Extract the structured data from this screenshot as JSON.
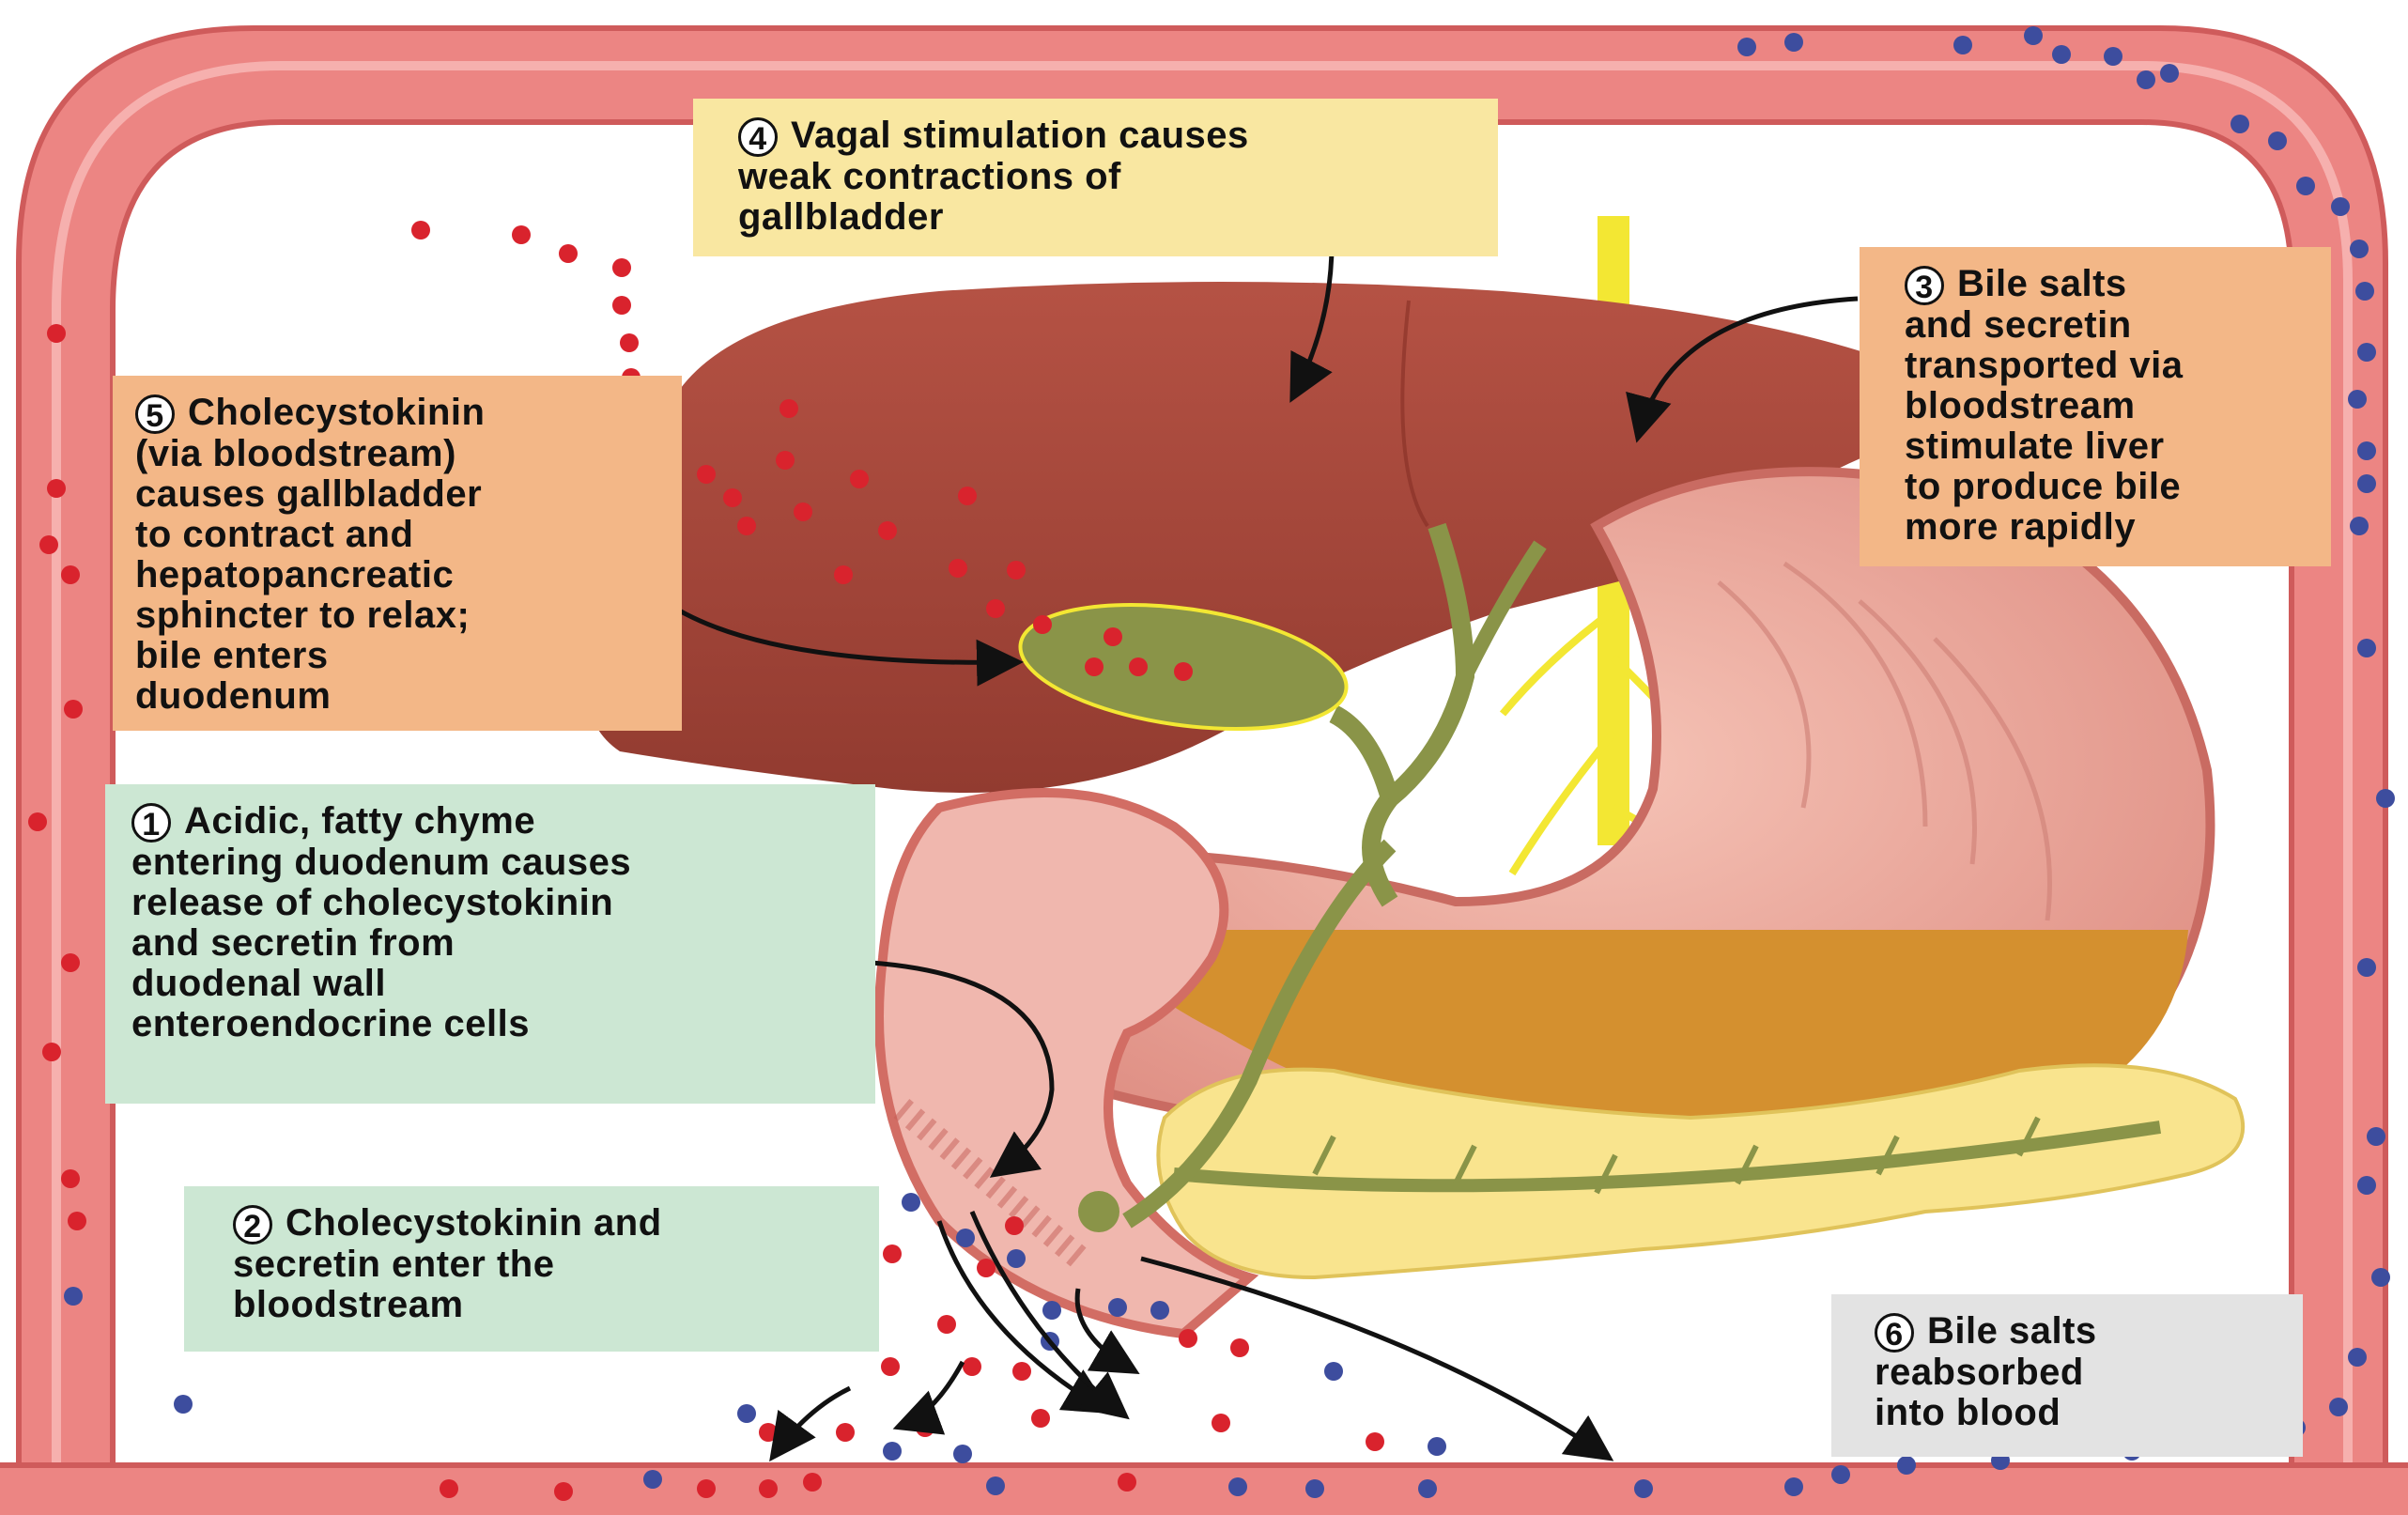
{
  "steps": {
    "step4": {
      "number": "4",
      "lines": [
        "Vagal stimulation causes",
        "weak contractions of",
        "gallbladder"
      ]
    },
    "step3": {
      "number": "3",
      "lines": [
        "Bile salts",
        "and secretin",
        "transported via",
        "bloodstream",
        "stimulate liver",
        "to produce bile",
        "more rapidly"
      ]
    },
    "step5": {
      "number": "5",
      "lines": [
        "Cholecystokinin",
        "(via bloodstream)",
        "causes gallbladder",
        "to contract and",
        "hepatopancreatic",
        "sphincter to relax;",
        "bile enters",
        "duodenum"
      ]
    },
    "step1": {
      "number": "1",
      "lines": [
        "Acidic, fatty chyme",
        "entering duodenum causes",
        "release of cholecystokinin",
        "and secretin from",
        "duodenal wall",
        "enteroendocrine cells"
      ]
    },
    "step2": {
      "number": "2",
      "lines": [
        "Cholecystokinin and",
        "secretin enter the",
        "bloodstream"
      ]
    },
    "step6": {
      "number": "6",
      "lines": [
        "Bile salts",
        "reabsorbed",
        "into blood"
      ]
    }
  },
  "colors": {
    "vessel": "#ec8583",
    "vessel_dark": "#cf5b5b",
    "liver": "#a6463a",
    "stomach": "#eba79b",
    "gallbladder": "#8a9448",
    "pancreas": "#f9e48e",
    "chyme": "#d4902f",
    "nerve": "#f3e733",
    "cck_particle": "#d9232d",
    "bile_particle": "#3d4d9e",
    "step_yellow": "#f9e7a1",
    "step_orange": "#f3b787",
    "step_green": "#cce7d3",
    "step_grey": "#e3e3e3"
  },
  "icons": [
    "circled-number-icon",
    "arrow-icon"
  ]
}
